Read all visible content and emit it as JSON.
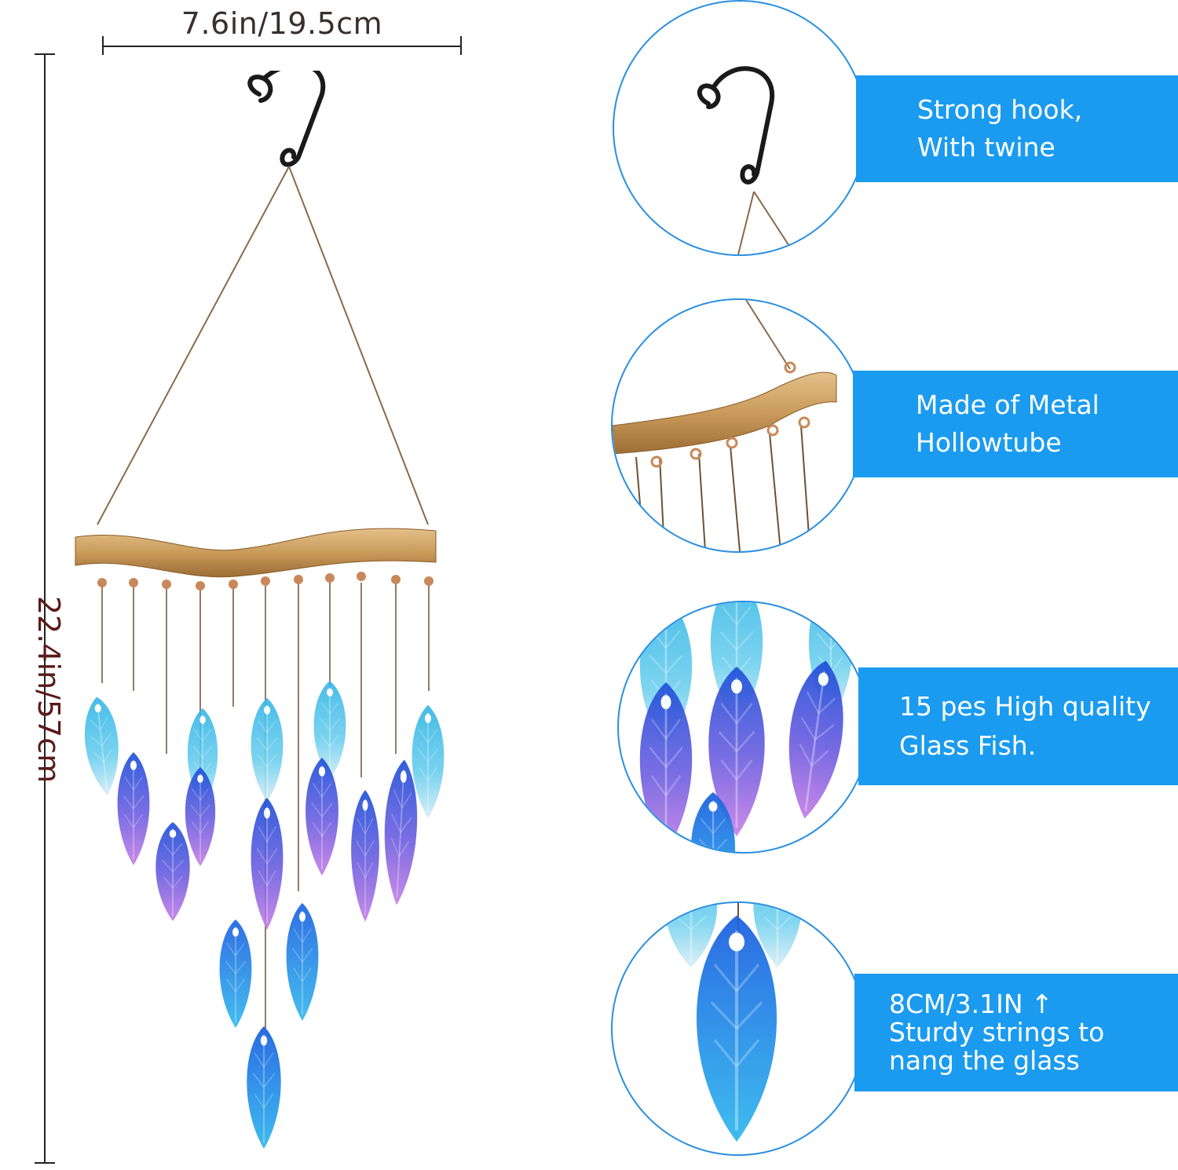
{
  "dimensions": {
    "width_label": "7.6in/19.5cm",
    "height_label": "22.4in/57cm"
  },
  "features": [
    {
      "lines": [
        "Strong hook,",
        "With twine"
      ]
    },
    {
      "lines": [
        "Made of Metal",
        "Hollowtube"
      ]
    },
    {
      "lines": [
        "15 pes High quality",
        "Glass Fish."
      ]
    },
    {
      "lines": [
        "8CM/3.1IN ↑",
        "Sturdy strings to",
        "nang the glass"
      ]
    }
  ],
  "colors": {
    "accent_blue": "#1a9bf0",
    "circle_border": "#2a8fe0",
    "leaf_light": "#4fc3e8",
    "leaf_dark": "#1f5fe0",
    "leaf_purple": "#b46be0",
    "wood": "#c99a5a",
    "hook": "#1a1a1a"
  }
}
